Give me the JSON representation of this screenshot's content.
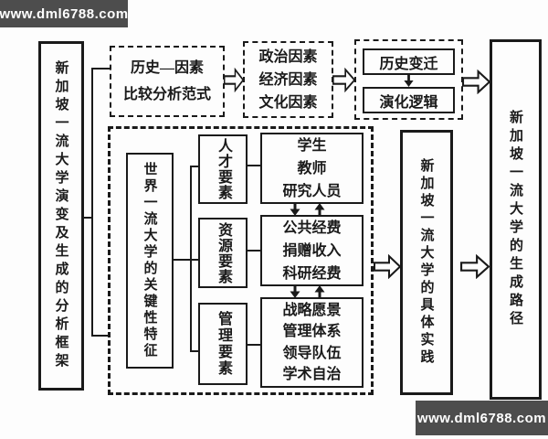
{
  "watermark": "www.dml6788.com",
  "left_frame": "新加坡一流大学演变及生成的分析框架",
  "right_frame": "新加坡一流大学的生成路径",
  "top_flow": {
    "paradigm_line1": "历史—因素",
    "paradigm_line2": "比较分析范式",
    "factors": [
      "政治因素",
      "经济因素",
      "文化因素"
    ],
    "history_change": "历史变迁",
    "evolution_logic": "演化逻辑"
  },
  "middle": {
    "key_features": "世界一流大学的关键性特征",
    "talent_factor": "人才要素",
    "resource_factor": "资源要素",
    "management_factor": "管理要素",
    "talent_items": [
      "学生",
      "教师",
      "研究人员"
    ],
    "resource_items": [
      "公共经费",
      "捐赠收入",
      "科研经费"
    ],
    "management_items": [
      "战略愿景",
      "管理体系",
      "领导队伍",
      "学术自治"
    ],
    "practice": "新加坡一流大学的具体实践"
  },
  "colors": {
    "ink": "#1a1a1a",
    "banner_bg": "#4d4d4d",
    "banner_text": "#ffffff",
    "background": "#fdfdfd"
  }
}
